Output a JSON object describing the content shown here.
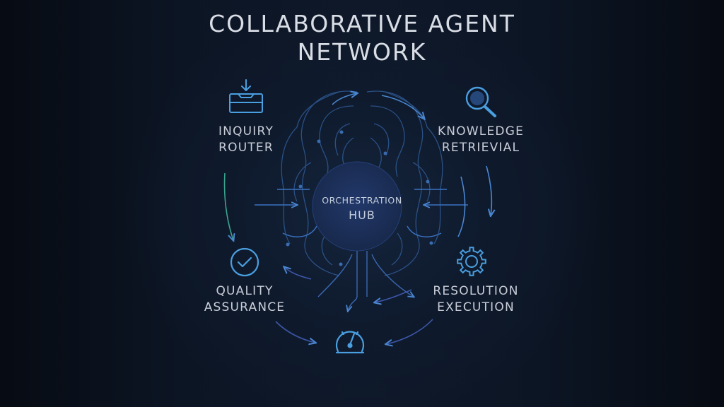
{
  "title": {
    "line1": "COLLABORATIVE AGENT",
    "line2": "NETWORK"
  },
  "hub": {
    "line1": "ORCHESTRATION",
    "line2": "HUB"
  },
  "nodes": [
    {
      "id": "inquiry-router",
      "line1": "INQUIRY",
      "line2": "ROUTER",
      "icon": "inbox-download-icon"
    },
    {
      "id": "knowledge-retrieval",
      "line1": "KNOWLEDGE",
      "line2": "RETRIEVIAL",
      "icon": "magnifier-icon"
    },
    {
      "id": "quality-assurance",
      "line1": "QUALITY",
      "line2": "ASSURANCE",
      "icon": "check-circle-icon"
    },
    {
      "id": "resolution-execution",
      "line1": "RESOLUTION",
      "line2": "EXECUTION",
      "icon": "gear-icon"
    },
    {
      "id": "performance",
      "icon": "speedometer-icon"
    }
  ],
  "colors": {
    "background": "#0b1220",
    "icon": "#4a9fe0",
    "line": "#3d6fb8",
    "hub": "#1b2f57",
    "text": "#c9ced8"
  }
}
